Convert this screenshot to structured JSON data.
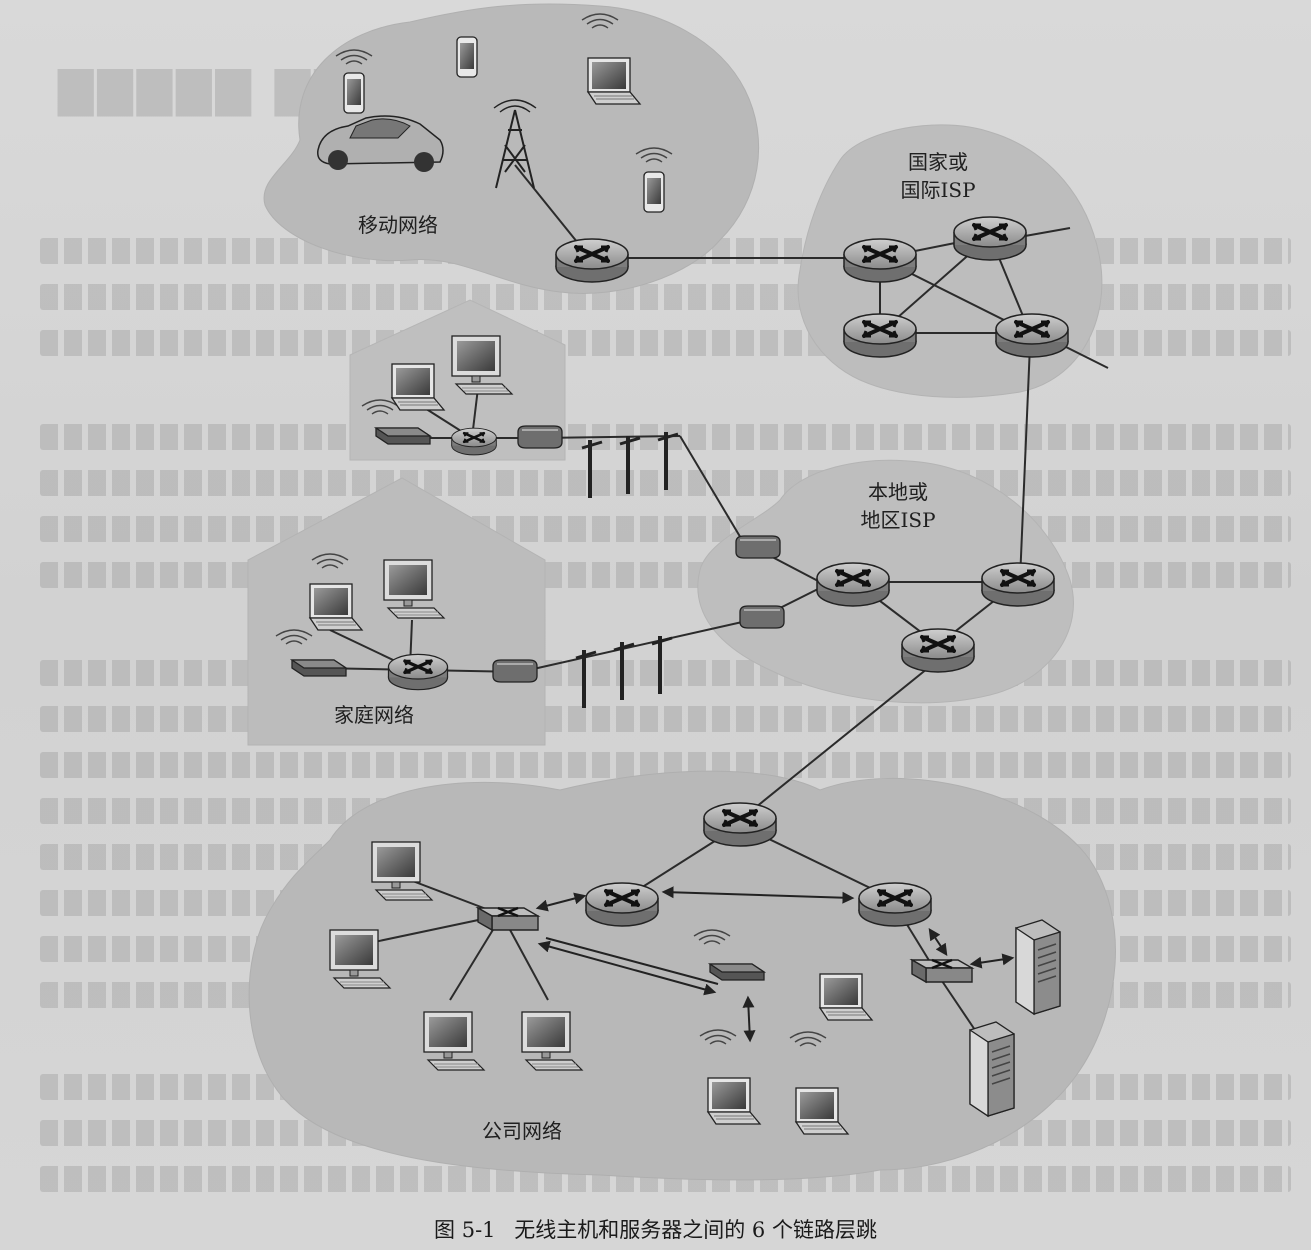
{
  "regions": {
    "mobile": {
      "label": "移动网络"
    },
    "national_isp": {
      "label_line1": "国家或",
      "label_line2": "国际ISP"
    },
    "local_isp": {
      "label_line1": "本地或",
      "label_line2": "地区ISP"
    },
    "home": {
      "label": "家庭网络"
    },
    "enterprise": {
      "label": "公司网络"
    }
  },
  "caption": {
    "figure_number": "图 5-1",
    "text": "无线主机和服务器之间的 6 个链路层跳"
  },
  "icons": [
    "router-icon",
    "switch-icon",
    "laptop-icon",
    "desktop-icon",
    "smartphone-icon",
    "car-icon",
    "cell-tower-icon",
    "server-icon",
    "modem-icon",
    "access-point-icon",
    "utility-pole-icon"
  ],
  "colors": {
    "background": "#d4d4d4",
    "cloud": "#b9b9b9",
    "router_fill": "#8e8e8e",
    "link": "#2b2b2b",
    "text": "#202020"
  }
}
